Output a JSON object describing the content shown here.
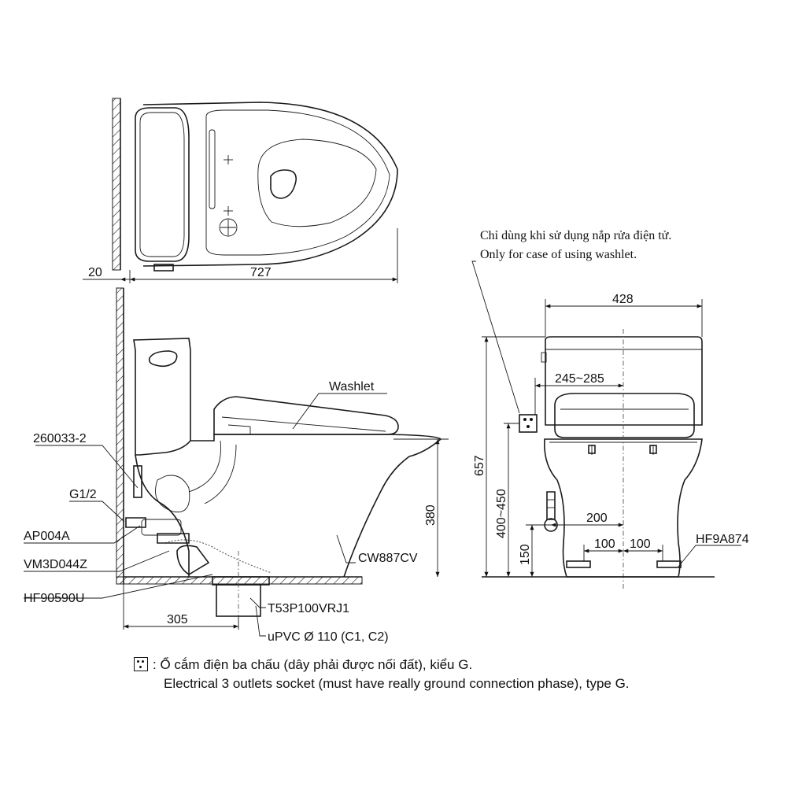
{
  "top_view": {
    "dim_wall_offset": "20",
    "dim_length": "727"
  },
  "side_view": {
    "labels": {
      "washlet": "Washlet",
      "part_260033_2": "260033-2",
      "part_g12": "G1/2",
      "part_ap004a": "AP004A",
      "part_vm3d044z": "VM3D044Z",
      "part_hf90590u": "HF90590U",
      "model_cw887cv": "CW887CV",
      "part_t53p100vrj1": "T53P100VRJ1",
      "pipe_upvc": "uPVC Ø 110 (C1, C2)"
    },
    "dim_height": "380",
    "dim_rough_in": "305"
  },
  "front_view": {
    "note_vi": "Chỉ dùng khi sử dụng nắp rửa điện tử.",
    "note_en": "Only for case of using washlet.",
    "dim_width": "428",
    "dim_socket_range": "245~285",
    "dim_total_height": "657",
    "dim_socket_height": "400~450",
    "dim_valve_height": "150",
    "dim_200": "200",
    "dim_100_left": "100",
    "dim_100_right": "100",
    "part_hf9a874": "HF9A874"
  },
  "legend": {
    "icon": "socket-icon",
    "line_vi": ": Ổ cắm điện ba chấu (dây phải được nối đất), kiểu G.",
    "line_en": "Electrical 3 outlets socket (must have really ground connection phase), type G."
  }
}
